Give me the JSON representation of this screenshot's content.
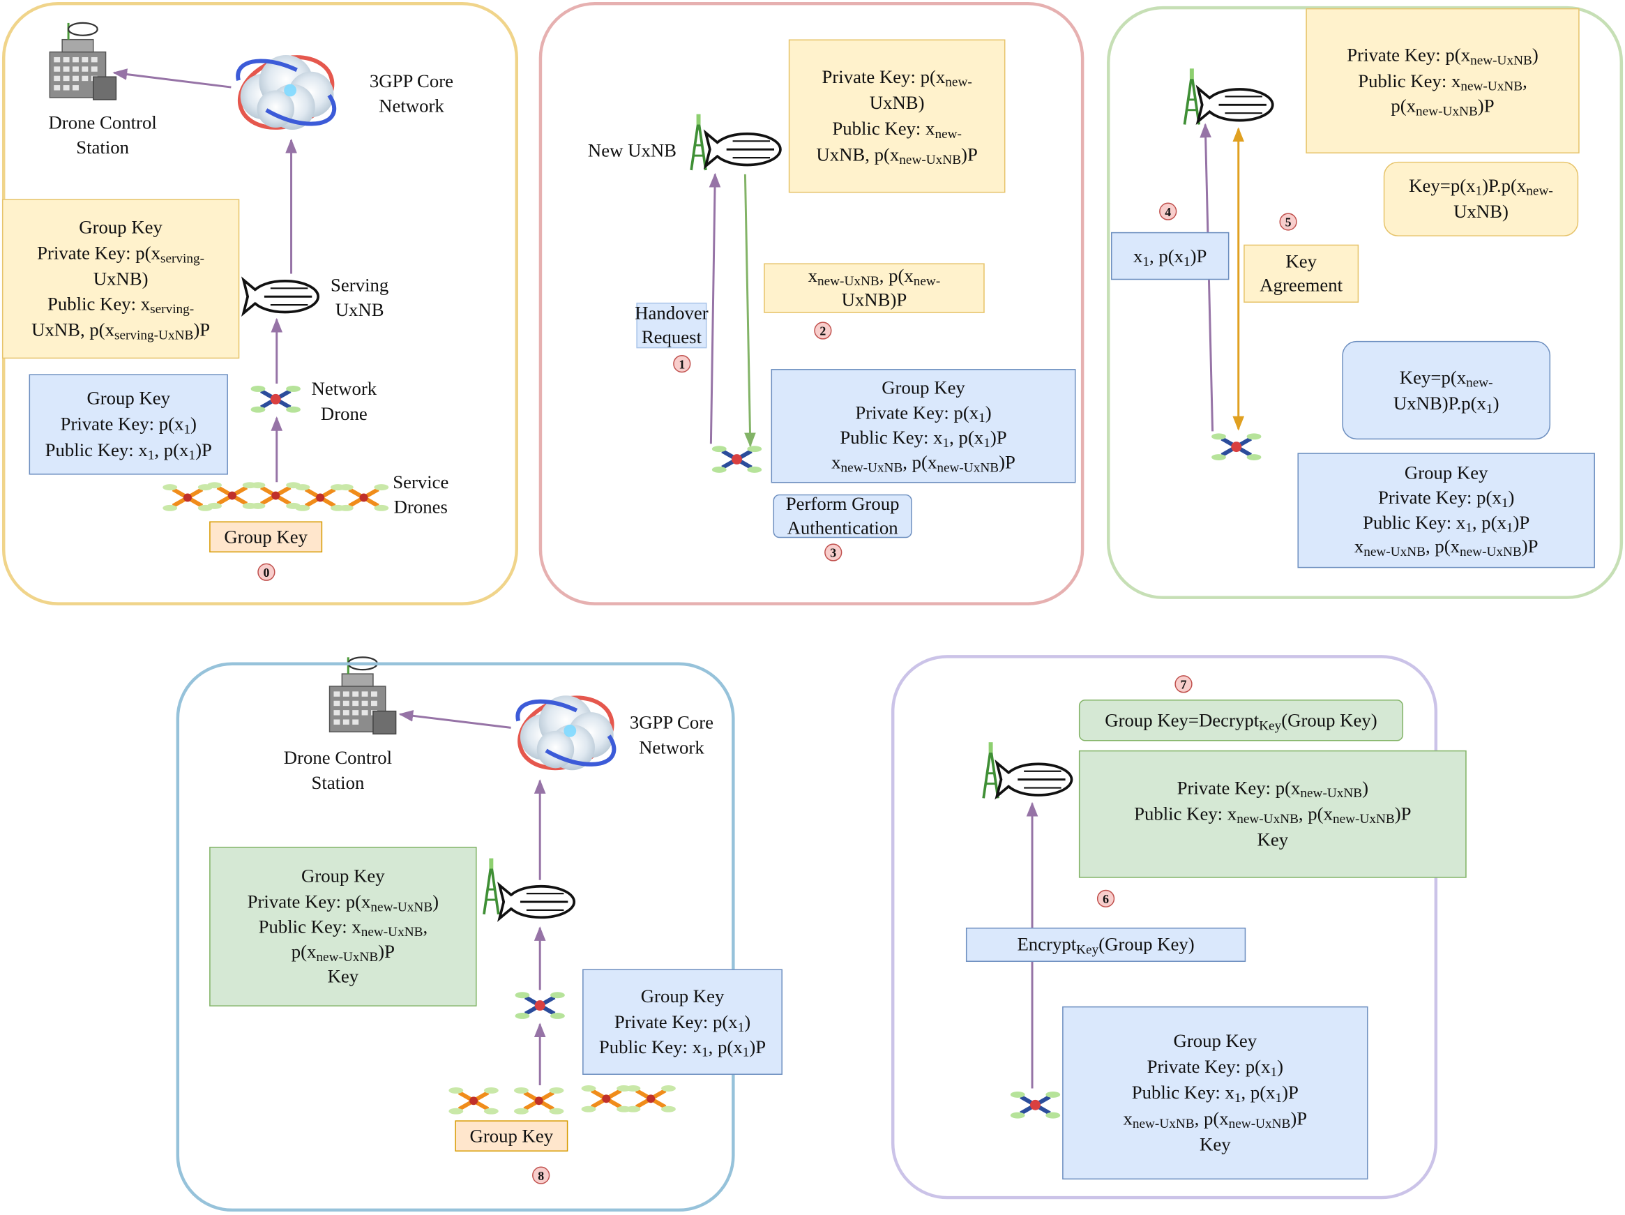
{
  "panels": {
    "panel0": {
      "core_network": [
        "3GPP Core",
        "Network"
      ],
      "dcs": [
        "Drone Control",
        "Station"
      ],
      "serving_uxnb": [
        "Serving",
        "UxNB"
      ],
      "network_drone": [
        "Network",
        "Drone"
      ],
      "service_drones": [
        "Service",
        "Drones"
      ],
      "serving_keys": [
        {
          "t": "Group Key"
        },
        {
          "t": "Private Key: p(x",
          "s": "serving-",
          "r": ""
        },
        {
          "t": "UxNB)"
        },
        {
          "t": "Public Key: x",
          "s": "serving-",
          "r": ""
        },
        {
          "t": "UxNB, p(x",
          "s": "serving-UxNB",
          "r": ")P"
        }
      ],
      "drone_keys": [
        {
          "t": "Group Key"
        },
        {
          "t": "Private Key: p(x",
          "s": "1",
          "r": ")"
        },
        {
          "t": "Public Key: x",
          "s": "1",
          "r": ", p(x",
          "s2": "1",
          "r2": ")P"
        }
      ],
      "group_key": "Group Key",
      "step": "0"
    },
    "panel1": {
      "new_uxnb": "New UxNB",
      "new_keys": [
        {
          "t": "Private Key: p(x",
          "s": "new-",
          "r": ""
        },
        {
          "t": "UxNB)"
        },
        {
          "t": "Public Key: x",
          "s": "new-",
          "r": ""
        },
        {
          "t": "UxNB, p(x",
          "s": "new-UxNB",
          "r": ")P"
        }
      ],
      "public_msg": [
        {
          "t": "x",
          "s": "new-UxNB",
          "r": ", p(x",
          "s2": "new-",
          "r2": ""
        },
        {
          "t": "UxNB)P"
        }
      ],
      "handover": [
        "Handover",
        "Request"
      ],
      "group_keys": [
        {
          "t": "Group Key"
        },
        {
          "t": "Private Key: p(x",
          "s": "1",
          "r": ")"
        },
        {
          "t": "Public Key: x",
          "s": "1",
          "r": ", p(x",
          "s2": "1",
          "r2": ")P"
        },
        {
          "t": "x",
          "s": "new-UxNB",
          "r": ", p(x",
          "s2": "new-UxNB",
          "r2": ")P"
        }
      ],
      "perform": [
        "Perform Group",
        "Authentication"
      ],
      "step1": "1",
      "step2": "2",
      "step3": "3"
    },
    "panel2": {
      "new_keys": [
        {
          "t": "Private Key: p(x",
          "s": "new-UxNB",
          "r": ")"
        },
        {
          "t": "Public Key: x",
          "s": "new-UxNB",
          "r": ","
        },
        {
          "t": "p(x",
          "s": "new-UxNB",
          "r": ")P"
        }
      ],
      "shared_top": [
        {
          "t": "Key=p(x",
          "s": "1",
          "r": ")P.p(x",
          "s2": "new-",
          "r2": ""
        },
        {
          "t": "UxNB)"
        }
      ],
      "msg": [
        {
          "t": "x",
          "s": "1",
          "r": ", p(x",
          "s2": "1",
          "r2": ")P"
        }
      ],
      "key_agreement": [
        "Key",
        "Agreement"
      ],
      "shared_bottom": [
        {
          "t": "Key=p(x",
          "s": "new-",
          "r": ""
        },
        {
          "t": "UxNB)P.p(x",
          "s": "1",
          "r": ")"
        }
      ],
      "group_keys": [
        {
          "t": "Group Key"
        },
        {
          "t": "Private Key: p(x",
          "s": "1",
          "r": ")"
        },
        {
          "t": "Public Key: x",
          "s": "1",
          "r": ", p(x",
          "s2": "1",
          "r2": ")P"
        },
        {
          "t": "x",
          "s": "new-UxNB",
          "r": ", p(x",
          "s2": "new-UxNB",
          "r2": ")P"
        }
      ],
      "step4": "4",
      "step5": "5"
    },
    "panel3": {
      "dcs": [
        "Drone Control",
        "Station"
      ],
      "core_network": [
        "3GPP Core",
        "Network"
      ],
      "uxnb_keys": [
        {
          "t": "Group Key"
        },
        {
          "t": "Private Key: p(x",
          "s": "new-UxNB",
          "r": ")"
        },
        {
          "t": "Public Key: x",
          "s": "new-UxNB",
          "r": ","
        },
        {
          "t": "p(x",
          "s": "new-UxNB",
          "r": ")P"
        },
        {
          "t": "Key"
        }
      ],
      "drone_keys": [
        {
          "t": "Group Key"
        },
        {
          "t": "Private Key: p(x",
          "s": "1",
          "r": ")"
        },
        {
          "t": "Public Key: x",
          "s": "1",
          "r": ", p(x",
          "s2": "1",
          "r2": ")P"
        }
      ],
      "group_key": "Group Key",
      "step": "8"
    },
    "panel4": {
      "decrypt": [
        {
          "t": "Group Key=Decrypt",
          "s": "Key",
          "r": "(Group Key)"
        }
      ],
      "uxnb_keys": [
        {
          "t": "Private Key: p(x",
          "s": "new-UxNB",
          "r": ")"
        },
        {
          "t": "Public Key: x",
          "s": "new-UxNB",
          "r": ", p(x",
          "s2": "new-UxNB",
          "r2": ")P"
        },
        {
          "t": "Key"
        }
      ],
      "encrypt": [
        {
          "t": "Encrypt",
          "s": "Key",
          "r": "(Group Key)"
        }
      ],
      "drone_keys": [
        {
          "t": "Group Key"
        },
        {
          "t": "Private Key: p(x",
          "s": "1",
          "r": ")"
        },
        {
          "t": "Public Key: x",
          "s": "1",
          "r": ", p(x",
          "s2": "1",
          "r2": ")P"
        },
        {
          "t": "x",
          "s": "new-UxNB",
          "r": ", p(x",
          "s2": "new-UxNB",
          "r2": ")P"
        },
        {
          "t": "Key"
        }
      ],
      "step6": "6",
      "step7": "7"
    }
  },
  "colors": {
    "panel0": "#f0d48a",
    "panel1": "#e6b0b0",
    "panel2": "#c6dfb5",
    "panel3": "#96c2da",
    "panel4": "#cbc3e8",
    "arrow": "#9673a6",
    "arrow_green": "#82b366",
    "arrow_orange": "#e0a020"
  },
  "icons": [
    "building-icon",
    "cloud-network-icon",
    "airship-icon",
    "drone-icon",
    "antenna-icon"
  ]
}
